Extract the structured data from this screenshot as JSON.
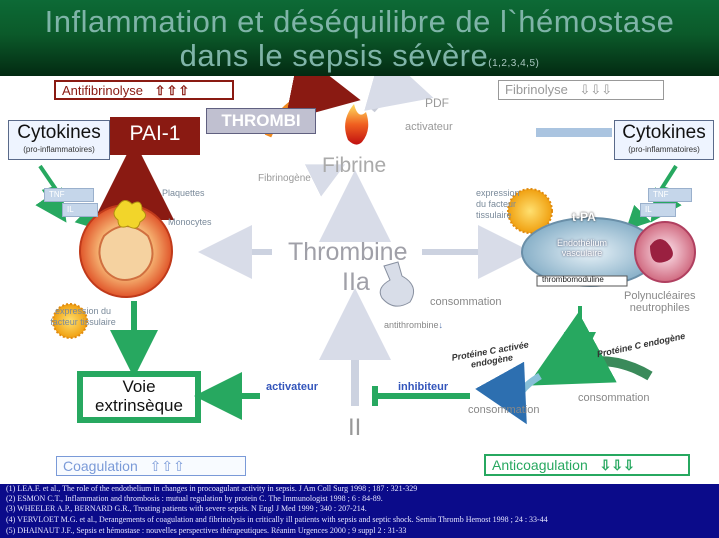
{
  "header": {
    "title_line1": "Inflammation et déséquilibre de l`hémostase",
    "title_line2": "dans le sepsis sévère",
    "title_refs": "(1,2,3,4,5)"
  },
  "diagram": {
    "antifibrinolyse": "Antifibrinolyse",
    "antifibrinolyse_arrows": "🡱🡱🡱",
    "fibrinolyse": "Fibrinolyse",
    "fibrinolyse_arrows": "⇩⇩⇩",
    "thrombi": "THROMBI",
    "pdf": "PDF",
    "activateur_top": "activateur",
    "fibrine": "Fibrine",
    "fibrinogene": "Fibrinogène",
    "pai": "PAI-1",
    "cytokines_left": {
      "title": "Cytokines",
      "sub": "(pro-inflammatoires)"
    },
    "cytokines_right": {
      "title": "Cytokines",
      "sub": "(pro-inflammatoires)"
    },
    "tnf_left": "TNF",
    "il_left": "IL",
    "tnf_right": "TNF",
    "il_right": "IL",
    "plaquettes": "Plaquettes",
    "monocytes": "Monocytes",
    "expression_facteur_tissulaire": [
      "expression du",
      "facteur tissulaire"
    ],
    "thrombine": "Thrombine",
    "iia": "IIa",
    "consommation_thrombine": "consommation",
    "antithrombine": "antithrombine",
    "antithrombine_arrow": "↓",
    "expression_right": [
      "expression",
      "du facteur",
      "tissulaire"
    ],
    "tpa": "t-PA",
    "endothelium": [
      "Endothélium",
      "vasculaire"
    ],
    "thrombomoduline": "thrombomoduline",
    "polynucleaires": [
      "Polynucléaires",
      "neutrophiles"
    ],
    "voie_extrinseque": [
      "Voie",
      "extrinsèque"
    ],
    "activateur_bottom": "activateur",
    "inhibiteur": "inhibiteur",
    "consommation_bottom": "consommation",
    "consommation_right": "consommation",
    "proteine_c_activee": [
      "Protéine C activée",
      "endogène"
    ],
    "proteine_c_endogene": "Protéine C endogène",
    "ii": "II",
    "coagulation": "Coagulation",
    "coagulation_arrows": "⇧⇧⇧",
    "anticoagulation": "Anticoagulation",
    "anticoagulation_arrows": "⇩⇩⇩"
  },
  "references": [
    "(1) LEA.F. et al., The role of the endothelium in changes in procoagulant activity in sepsis. J Am Coll Surg 1998 ; 187 : 321-329",
    "(2) ESMON C.T., Inflammation and thrombosis : mutual regulation by protein C. The Immunologist 1998 ; 6 : 84-89.",
    "(3) WHEELER A.P., BERNARD G.R., Treating patients with severe sepsis. N Engl J Med 1999 ; 340 : 207-214.",
    "(4) VERVLOET M.G. et al., Derangements of coagulation and fibrinolysis in critically ill patients with sepsis and septic shock. Semin Thromb Hemost 1998 ; 24 : 33-44",
    "(5) DHAINAUT J.F., Sepsis et hémostase : nouvelles perspectives thérapeutiques. Réanim Urgences 2000 ; 9 suppl 2 : 31-33"
  ],
  "colors": {
    "green_arrow": "#27a860",
    "dark_red_box": "#8a1a12",
    "blue_arrow": "#2d6fb0",
    "label_blue": "#3355bb"
  }
}
